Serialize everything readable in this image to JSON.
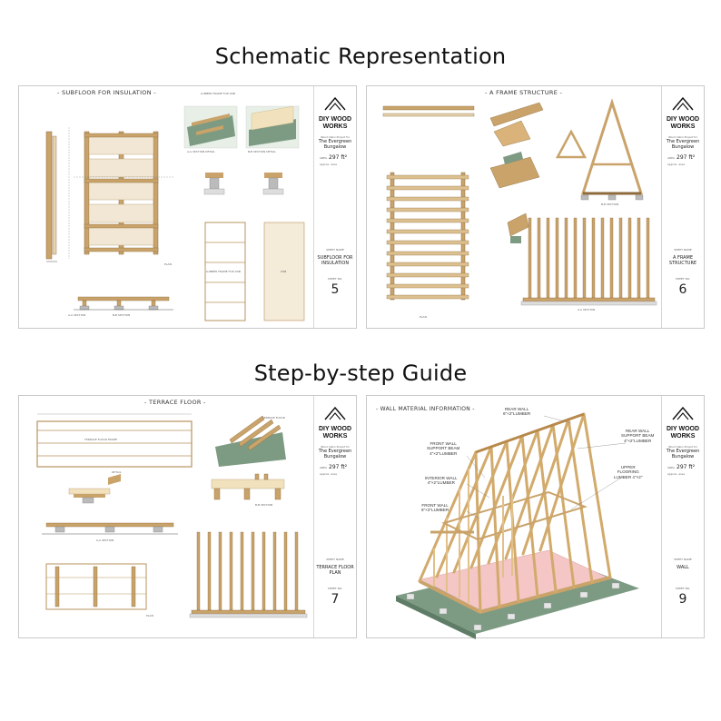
{
  "headings": {
    "top": "Schematic Representation",
    "middle": "Step-by-step Guide"
  },
  "brand": {
    "line1": "DIY WOOD",
    "line2": "WORKS"
  },
  "project": {
    "label": "Wood Cabin Project for",
    "name_line1": "The Evergreen",
    "name_line2": "Bungalow",
    "area_prefix": "AREA",
    "area_value": "297 ft²",
    "area_note": "approx. area"
  },
  "sheet_labels": {
    "name_label": "SHEET NAME",
    "no_label": "SHEET NO."
  },
  "sheets": [
    {
      "title": "- SUBFLOOR FOR INSULATION -",
      "name_line1": "SUBFLOOR FOR",
      "name_line2": "INSULATION",
      "number": "5",
      "small_labels": [
        "A-A SECTION",
        "PLAN",
        "B-B SECTION",
        "LUMBER FRAME FOR OSB",
        "OSB",
        "LUMBER FRAME FOR OSB",
        "B-B SECTION DETAIL",
        "A-A SECTION DETAIL"
      ]
    },
    {
      "title": "- A FRAME STRUCTURE -",
      "name_line1": "A FRAME",
      "name_line2": "STRUCTURE",
      "number": "6",
      "small_labels": [
        "PLAN",
        "B-B SECTION",
        "A-A SECTION"
      ]
    },
    {
      "title": "- TERRACE FLOOR -",
      "name_line1": "TERRACE FLOOR",
      "name_line2": "PLAN",
      "number": "7",
      "small_labels": [
        "TERRACE FLOOR",
        "TERRACE FLOOR FRAME",
        "B-B SECTION",
        "A-A SECTION",
        "PLAN",
        "DETAIL"
      ]
    },
    {
      "title": "- WALL MATERIAL INFORMATION -",
      "name_line1": "WALL",
      "name_line2": "",
      "number": "9",
      "callouts": {
        "rear_wall": [
          "REAR WALL",
          "6\"×2\"LUMBER"
        ],
        "rear_support": [
          "REAR WALL",
          "SUPPORT BEAM",
          "4\"×2\"LUMBER"
        ],
        "front_support": [
          "FRONT WALL",
          "SUPPORT BEAM",
          "4\"×2\"LUMBER"
        ],
        "interior": [
          "INTERIOR WALL",
          "4\"×2\"LUMBER"
        ],
        "upper_floor": [
          "UPPER",
          "FLOORING",
          "LUMBER 4\"×2\""
        ],
        "front_wall": [
          "FRONT WALL",
          "6\"×2\"LUMBER"
        ]
      }
    }
  ],
  "colors": {
    "lumber": "#c9a36a",
    "lumber_dark": "#8c6a3c",
    "floor_pink": "#f4c6c6",
    "ground_green": "#7d9b83",
    "concrete": "#d9d9d9",
    "line": "#555555"
  }
}
